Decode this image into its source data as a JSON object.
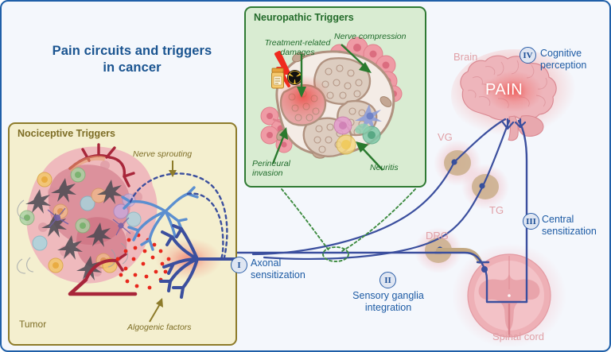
{
  "figure": {
    "title_line1": "Pain circuits and triggers",
    "title_line2": "in cancer",
    "title_color": "#1a5490",
    "canvas_bg": "#f4f7fc",
    "border_color": "#1f5fa8"
  },
  "panels": {
    "nociceptive": {
      "title": "Nociceptive Triggers",
      "bg": "#f4efcf",
      "border": "#8d7b2a",
      "text_color": "#7d6d25",
      "labels": {
        "nerve_sprouting": "Nerve sprouting",
        "algogenic_factors": "Algogenic factors",
        "tumor": "Tumor"
      }
    },
    "neuropathic": {
      "title": "Neuropathic Triggers",
      "bg": "#d9ecd2",
      "border": "#2f7a33",
      "text_color": "#236b2a",
      "labels": {
        "treatment_related_damages_l1": "Treatment-related",
        "treatment_related_damages_l2": "damages",
        "nerve_compression": "Nerve compression",
        "perineural_invasion_l1": "Perineural",
        "perineural_invasion_l2": "invasion",
        "neuritis": "Neuritis"
      },
      "icons": {
        "pill_bottle": "pill-bottle-icon",
        "radiation": "radiation-hazard-icon",
        "lightning": "lightning-bolt-icon"
      }
    }
  },
  "anatomy": {
    "brain": "Brain",
    "pain": "PAIN",
    "vg": "VG",
    "tg": "TG",
    "drg": "DRG",
    "spinal_cord": "Spinal cord",
    "label_color": "#e0a0a6"
  },
  "steps": [
    {
      "numeral": "I",
      "label_line1": "Axonal",
      "label_line2": "sensitization"
    },
    {
      "numeral": "II",
      "label_line1": "Sensory ganglia",
      "label_line2": "integration"
    },
    {
      "numeral": "III",
      "label_line1": "Central",
      "label_line2": "sensitization"
    },
    {
      "numeral": "IV",
      "label_line1": "Cognitive",
      "label_line2": "perception"
    }
  ],
  "colors": {
    "nerve_dark_blue": "#3b4f9e",
    "nerve_light_blue": "#5b8fd0",
    "artery_red": "#a8263a",
    "tumor_pink": "#edb6bc",
    "glow_red": "#f03c37",
    "step_badge_bg": "#dfe6f2",
    "step_badge_border": "#2b5ea8",
    "step_text": "#1d4f96"
  }
}
